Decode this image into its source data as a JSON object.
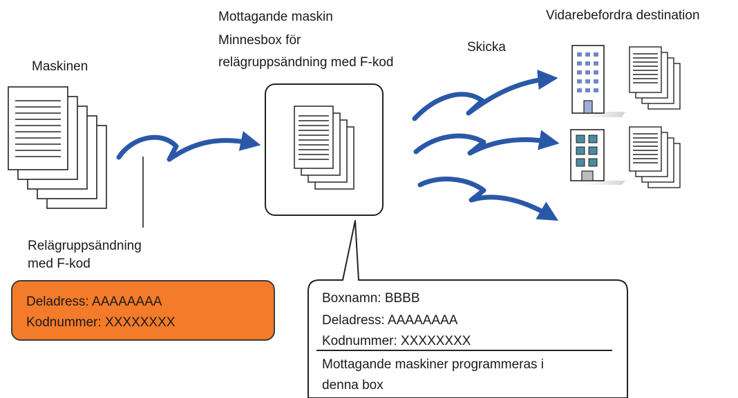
{
  "labels": {
    "receiving_title_line1": "Mottagande maskin",
    "receiving_title_line2": "Minnesbox för",
    "receiving_title_line3": "relägruppsändning med F-kod",
    "forward_destination": "Vidarebefordra destination",
    "send": "Skicka",
    "this_machine": "Maskinen",
    "relay_line1": "Relägruppsändning",
    "relay_line2": "med F-kod"
  },
  "sender_box": {
    "subaddress": "Deladress: AAAAAAAA",
    "code_number": "Kodnummer: XXXXXXXX",
    "color": "#f47b2a"
  },
  "callout": {
    "box_name": "Boxnamn: BBBB",
    "subaddress": "Deladress: AAAAAAAA",
    "code_number": "Kodnummer: XXXXXXXX",
    "note_line1": "Mottagande maskiner programmeras i",
    "note_line2": "denna box"
  },
  "arrow_color": "#2a58a8",
  "icons": [
    "document-stack-icon",
    "building-icon",
    "arrow-icon"
  ]
}
